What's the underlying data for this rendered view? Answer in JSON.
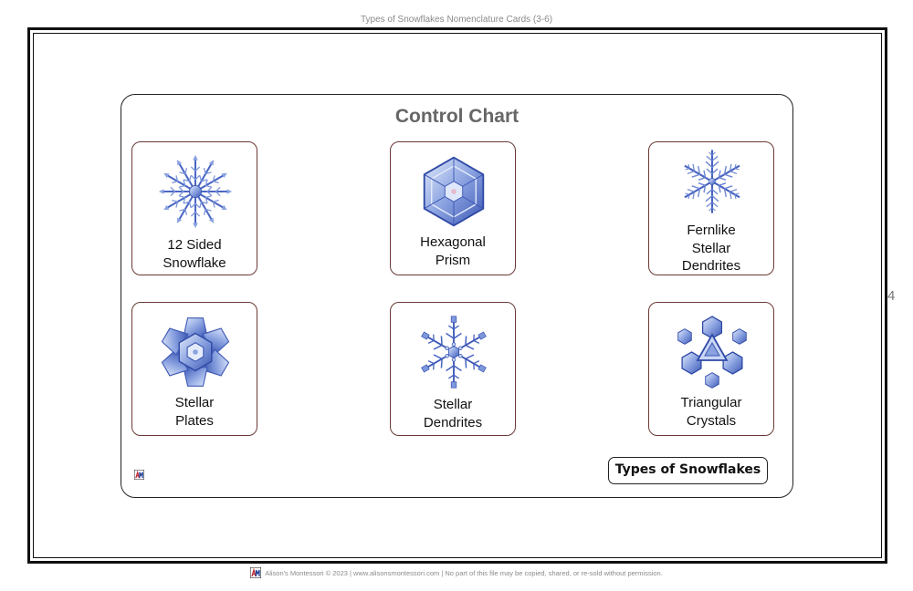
{
  "document": {
    "title": "Types of Snowflakes Nomenclature Cards (3-6)",
    "page_number": "4"
  },
  "panel": {
    "title": "Control Chart",
    "badge": "Types of Snowflakes"
  },
  "cards": [
    {
      "icon": "twelve-sided-snowflake-icon",
      "lines": [
        "12 Sided",
        "Snowflake"
      ]
    },
    {
      "icon": "hexagonal-prism-icon",
      "lines": [
        "Hexagonal",
        "Prism"
      ]
    },
    {
      "icon": "fernlike-stellar-dendrite-icon",
      "lines": [
        "Fernlike",
        "Stellar",
        "Dendrites"
      ]
    },
    {
      "icon": "stellar-plate-icon",
      "lines": [
        "Stellar",
        "Plates"
      ]
    },
    {
      "icon": "stellar-dendrite-icon",
      "lines": [
        "Stellar",
        "Dendrites"
      ]
    },
    {
      "icon": "triangular-crystal-icon",
      "lines": [
        "Triangular",
        "Crystals"
      ]
    }
  ],
  "footer": {
    "text": "Alison's Montessori © 2023 | www.alisonsmontessori.com | No part of this file may be copied, shared, or re-sold without permission."
  },
  "colors": {
    "ice_dark": "#3a56b8",
    "ice_mid": "#7f98dc",
    "ice_light": "#c9d6f5",
    "tile_border": "#6b3a35",
    "logo_red": "#c0282d"
  }
}
